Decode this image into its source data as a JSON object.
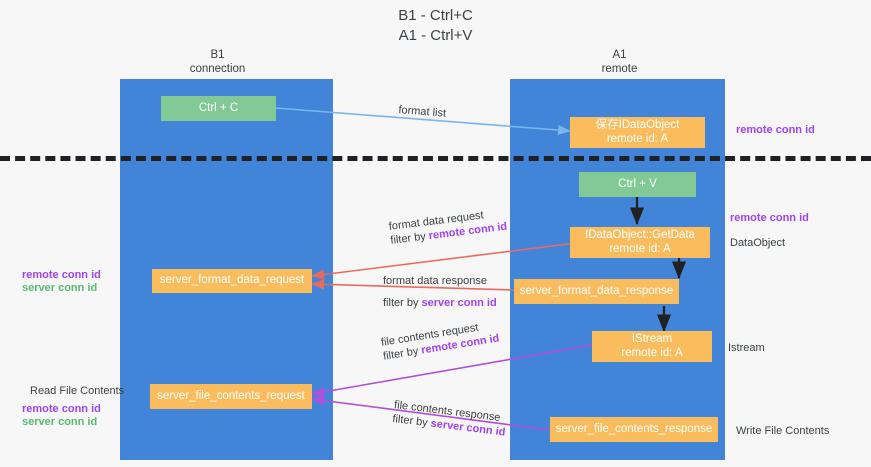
{
  "diagram": {
    "title_line1": "B1 - Ctrl+C",
    "title_line2": "A1 - Ctrl+V",
    "columns": [
      {
        "name": "B1",
        "role": "connection"
      },
      {
        "name": "A1",
        "role": "remote"
      }
    ],
    "colors": {
      "lane": "#4285d8",
      "green_node": "#81c995",
      "orange_node": "#fbbc5e",
      "remote_conn_id": "#a142f4",
      "server_conn_id": "#5bb974",
      "arrow_blue": "#7ab6ea",
      "arrow_red": "#ea6a5e",
      "arrow_purple": "#b14fd8",
      "arrow_dark": "#202124",
      "separator": "#202124",
      "background": "#f7f7f7",
      "text": "#3c4043"
    },
    "nodes": [
      {
        "id": "ctrl-c",
        "label": "Ctrl + C",
        "sub": "",
        "color": "green",
        "lane": "B1"
      },
      {
        "id": "save-idataobject",
        "label": "保存IDataObject",
        "sub": "remote id: A",
        "color": "orange",
        "lane": "A1"
      },
      {
        "id": "ctrl-v",
        "label": "Ctrl + V",
        "sub": "",
        "color": "green",
        "lane": "A1"
      },
      {
        "id": "getdata",
        "label": "IDataObject::GetData",
        "sub": "remote id: A",
        "color": "orange",
        "lane": "A1"
      },
      {
        "id": "server-format-data-request",
        "label": "server_format_data_request",
        "sub": "",
        "color": "orange",
        "lane": "B1"
      },
      {
        "id": "server-format-data-response",
        "label": "server_format_data_response",
        "sub": "",
        "color": "orange",
        "lane": "A1"
      },
      {
        "id": "istream",
        "label": "IStream",
        "sub": "remote id: A",
        "color": "orange",
        "lane": "A1"
      },
      {
        "id": "server-file-contents-request",
        "label": "server_file_contents_request",
        "sub": "",
        "color": "orange",
        "lane": "B1"
      },
      {
        "id": "server-file-contents-response",
        "label": "server_file_contents_response",
        "sub": "",
        "color": "orange",
        "lane": "A1"
      }
    ],
    "edge_labels": [
      {
        "id": "format-list",
        "line1": "format list",
        "line2_prefix": "",
        "line2_key": ""
      },
      {
        "id": "format-data-request",
        "line1": "format data request",
        "line2_prefix": "filter by ",
        "line2_key": "remote conn id"
      },
      {
        "id": "format-data-response",
        "line1": "format data response",
        "line2_prefix": "filter by ",
        "line2_key": "server conn id"
      },
      {
        "id": "file-contents-request",
        "line1": "file contents request",
        "line2_prefix": "filter by ",
        "line2_key": "remote conn id"
      },
      {
        "id": "file-contents-response",
        "line1": "file contents response",
        "line2_prefix": "filter by ",
        "line2_key": "server conn id"
      }
    ],
    "annotations": {
      "right_remote_conn_id_top": "remote conn id",
      "right_remote_conn_id_mid": "remote conn id",
      "right_dataobject": "DataObject",
      "right_istream": "Istream",
      "right_write_file_contents": "Write File Contents",
      "left_read_file_contents": "Read File Contents",
      "left_remote_conn_id_1": "remote conn id",
      "left_server_conn_id_1": "server conn id",
      "left_remote_conn_id_2": "remote conn id",
      "left_server_conn_id_2": "server conn id"
    }
  }
}
